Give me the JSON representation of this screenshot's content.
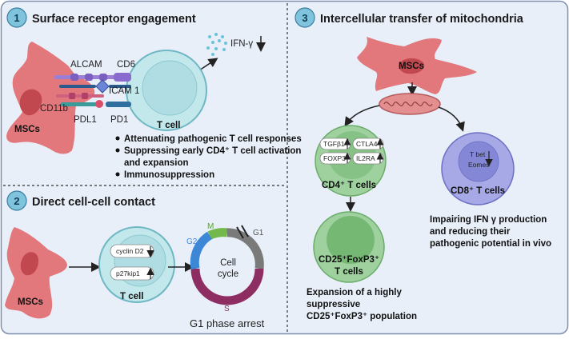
{
  "panel1": {
    "number": "1",
    "title": "Surface receptor engagement",
    "msc_label": "MSCs",
    "tcell_label": "T cell",
    "receptors": {
      "alcam": "ALCAM",
      "cd6": "CD6",
      "icam1": "ICAM 1",
      "cd11b": "CD11b",
      "pdl1": "PDL1",
      "pd1": "PD1"
    },
    "ifn": "IFN-γ",
    "bullets": [
      "Attenuating pathogenic T cell responses",
      "Suppressing early CD4⁺ T cell activation",
      "and expansion",
      "Immunosuppression"
    ]
  },
  "panel2": {
    "number": "2",
    "title": "Direct cell-cell contact",
    "msc_label": "MSCs",
    "tcell_label": "T cell",
    "cyclin": "cyclin D2",
    "p27": "p27kip1",
    "cycle_center": "Cell cycle",
    "phases": {
      "m": "M",
      "g2": "G2",
      "g1": "G1",
      "s": "S"
    },
    "arrest": "G1 phase arrest"
  },
  "panel3": {
    "number": "3",
    "title": "Intercellular transfer of mitochondria",
    "msc_label": "MSCs",
    "cd4_label": "CD4⁺ T cells",
    "markers": [
      "TGFβ1",
      "CTLA4",
      "FOXP3",
      "IL2RA"
    ],
    "cd8_label": "CD8⁺ T cells",
    "tbet": "T bet",
    "eomes": "Eomes",
    "treg_line1": "CD25⁺FoxP3⁺",
    "treg_line2": "T cells",
    "cd8_note": [
      "Impairing IFN γ production",
      "and reducing their",
      "pathogenic potential in vivo"
    ],
    "treg_note": [
      "Expansion of a highly",
      "suppressive",
      "CD25⁺FoxP3⁺ population"
    ]
  },
  "colors": {
    "panel_bg": "#e8eff9",
    "msc": "#e2787c",
    "tcell": "#c3e8ec",
    "cd4": "#9fd19e",
    "cd8": "#a6a9e6",
    "badge": "#7fc3dc"
  }
}
